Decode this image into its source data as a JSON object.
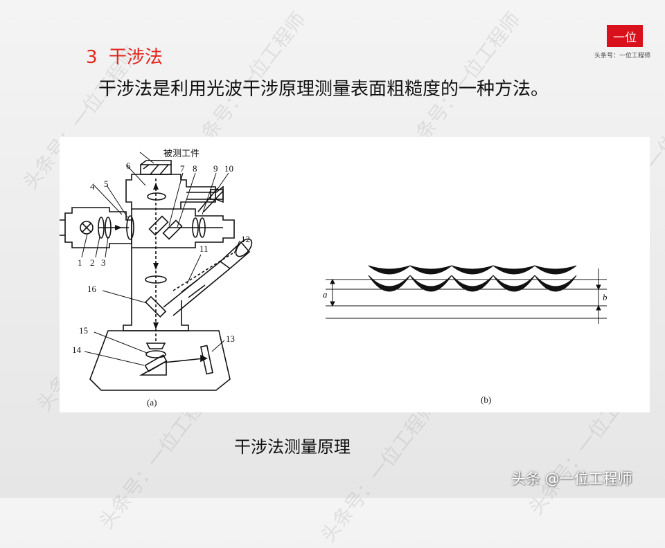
{
  "watermark": {
    "text": "头条号：一位工程师"
  },
  "logo": {
    "box_text": "一位",
    "caption": "头条号：一位工程师",
    "color": "#d8111d"
  },
  "heading": {
    "number": "3",
    "title": "干涉法",
    "color": "#e3261b"
  },
  "intro_text": "干涉法是利用光波干涉原理测量表面粗糙度的一种方法。",
  "figure_a": {
    "top_label": "被测工件",
    "part_numbers": [
      "1",
      "2",
      "3",
      "4",
      "5",
      "6",
      "7",
      "8",
      "9",
      "10",
      "11",
      "12",
      "13",
      "14",
      "15",
      "16"
    ],
    "sublabel": "(a)"
  },
  "figure_b": {
    "label_a": "a",
    "label_b": "b",
    "sublabel": "(b)"
  },
  "caption": "干涉法测量原理",
  "footer_credit": "头条 @一位工程师"
}
